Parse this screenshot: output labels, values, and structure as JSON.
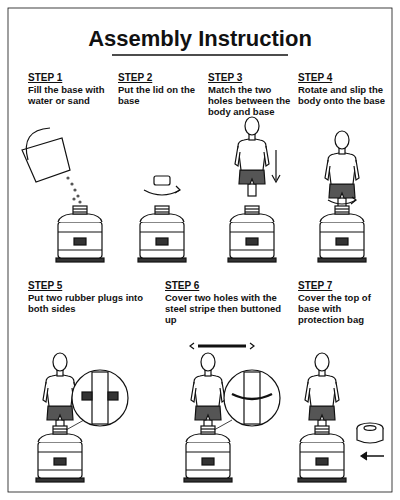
{
  "diagram": {
    "title": "Assembly Instruction",
    "labels": [
      "STEP 1",
      "Fill the base with water or sand",
      "STEP 2",
      "Put the lid on the base",
      "STEP 3",
      "Match the two holes between the body and base",
      "STEP 4",
      "Rotate and slip the body onto the base",
      "STEP 5",
      "Put two rubber plugs into both sides",
      "STEP 6",
      "Cover two holes with the steel stripe then buttoned up",
      "STEP 7",
      "Cover the top of base with protection bag"
    ]
  }
}
